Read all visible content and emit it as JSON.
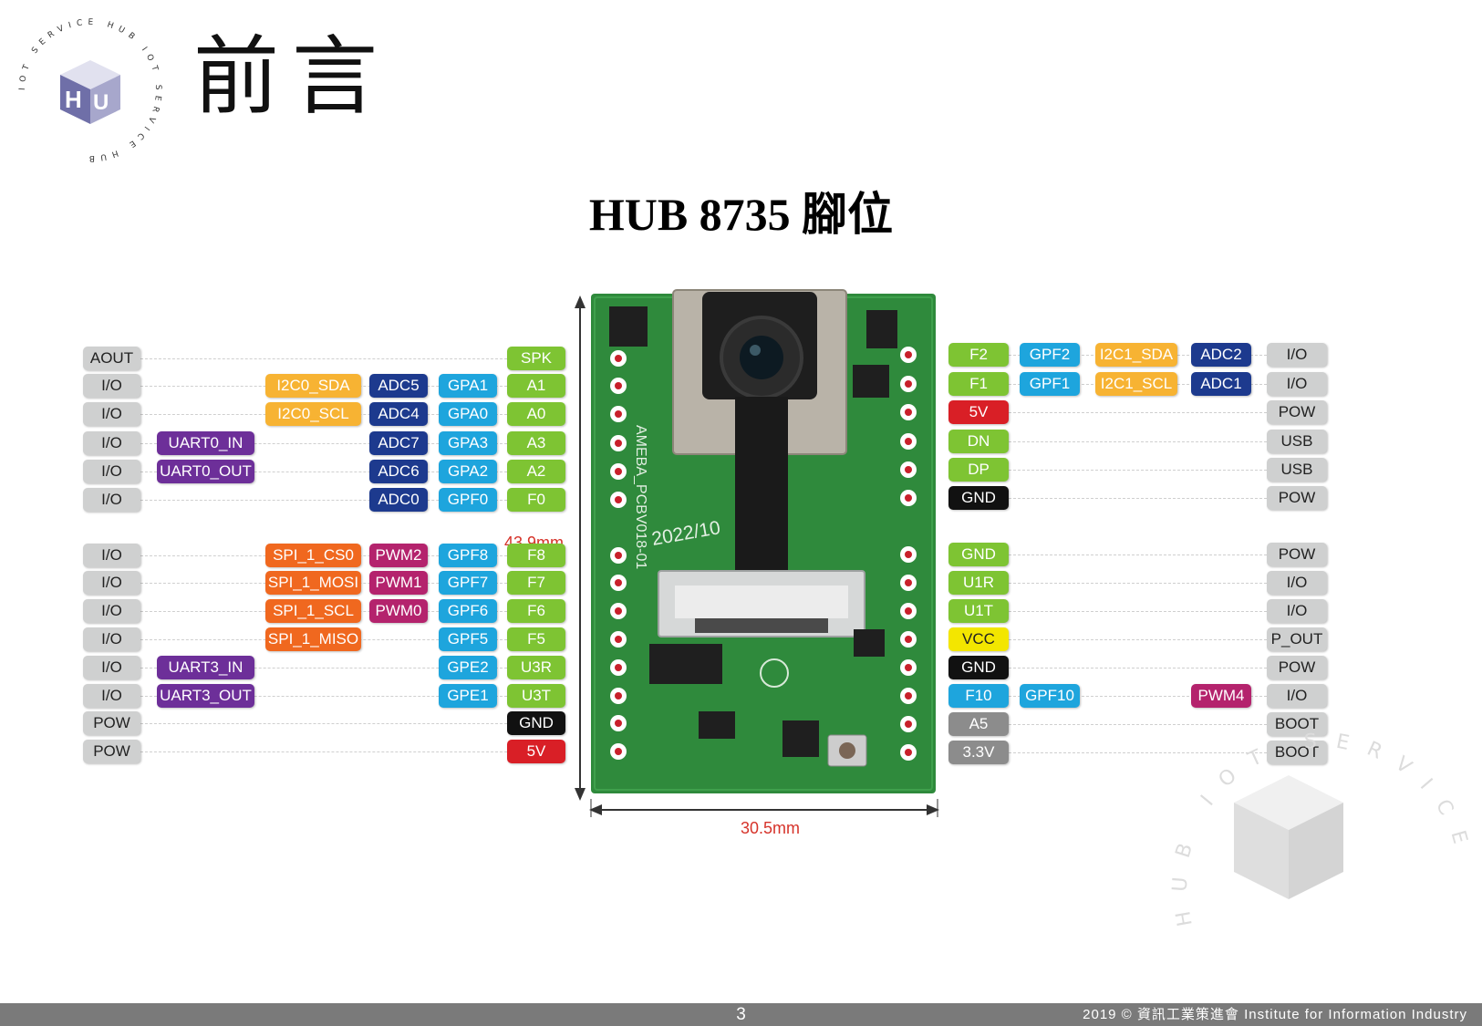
{
  "slide": {
    "heading": "前言",
    "subtitle": "HUB 8735 腳位",
    "page_number": "3",
    "copyright": "2019 © 資訊工業策進會 Institute for Information Industry",
    "logo_ring_text": "IOT SERVICE HUB IOT SERVICE HUB",
    "watermark_ring_text": "HUB IOT SERVICE"
  },
  "colors": {
    "gray": "#cfd0d0",
    "green": "#7ec433",
    "orange": "#f7b333",
    "navy": "#1d3a8e",
    "blue": "#1ea5dd",
    "purple": "#6d2f99",
    "red_orange": "#f0681f",
    "magenta": "#b4236d",
    "black": "#111111",
    "red": "#d91f26",
    "yellow": "#f3e600",
    "dark_gray": "#8c8c8c",
    "pcb": "#2f8a3c",
    "dimension": "#d6332a"
  },
  "board": {
    "height_label": "43.9mm",
    "width_label": "30.5mm",
    "silk_version": "2022/10",
    "silk_name": "AMEBA_PCBV018-01"
  },
  "pins_left": [
    {
      "labels": [
        {
          "text": "AOUT",
          "color": "gray"
        },
        {
          "text": "SPK",
          "color": "green"
        }
      ]
    },
    {
      "labels": [
        {
          "text": "I/O",
          "color": "gray"
        },
        {
          "text": "I2C0_SDA",
          "color": "orange"
        },
        {
          "text": "ADC5",
          "color": "navy"
        },
        {
          "text": "GPA1",
          "color": "blue"
        },
        {
          "text": "A1",
          "color": "green"
        }
      ]
    },
    {
      "labels": [
        {
          "text": "I/O",
          "color": "gray"
        },
        {
          "text": "I2C0_SCL",
          "color": "orange"
        },
        {
          "text": "ADC4",
          "color": "navy"
        },
        {
          "text": "GPA0",
          "color": "blue"
        },
        {
          "text": "A0",
          "color": "green"
        }
      ]
    },
    {
      "labels": [
        {
          "text": "I/O",
          "color": "gray"
        },
        {
          "text": "UART0_IN",
          "color": "purple"
        },
        {
          "text": "ADC7",
          "color": "navy"
        },
        {
          "text": "GPA3",
          "color": "blue"
        },
        {
          "text": "A3",
          "color": "green"
        }
      ]
    },
    {
      "labels": [
        {
          "text": "I/O",
          "color": "gray"
        },
        {
          "text": "UART0_OUT",
          "color": "purple"
        },
        {
          "text": "ADC6",
          "color": "navy"
        },
        {
          "text": "GPA2",
          "color": "blue"
        },
        {
          "text": "A2",
          "color": "green"
        }
      ]
    },
    {
      "labels": [
        {
          "text": "I/O",
          "color": "gray"
        },
        {
          "text": "ADC0",
          "color": "navy"
        },
        {
          "text": "GPF0",
          "color": "blue"
        },
        {
          "text": "F0",
          "color": "green"
        }
      ]
    },
    {
      "labels": [
        {
          "text": "I/O",
          "color": "gray"
        },
        {
          "text": "SPI_1_CS0",
          "color": "red_orange"
        },
        {
          "text": "PWM2",
          "color": "magenta"
        },
        {
          "text": "GPF8",
          "color": "blue"
        },
        {
          "text": "F8",
          "color": "green"
        }
      ]
    },
    {
      "labels": [
        {
          "text": "I/O",
          "color": "gray"
        },
        {
          "text": "SPI_1_MOSI",
          "color": "red_orange"
        },
        {
          "text": "PWM1",
          "color": "magenta"
        },
        {
          "text": "GPF7",
          "color": "blue"
        },
        {
          "text": "F7",
          "color": "green"
        }
      ]
    },
    {
      "labels": [
        {
          "text": "I/O",
          "color": "gray"
        },
        {
          "text": "SPI_1_SCL",
          "color": "red_orange"
        },
        {
          "text": "PWM0",
          "color": "magenta"
        },
        {
          "text": "GPF6",
          "color": "blue"
        },
        {
          "text": "F6",
          "color": "green"
        }
      ]
    },
    {
      "labels": [
        {
          "text": "I/O",
          "color": "gray"
        },
        {
          "text": "SPI_1_MISO",
          "color": "red_orange"
        },
        {
          "text": "GPF5",
          "color": "blue"
        },
        {
          "text": "F5",
          "color": "green"
        }
      ]
    },
    {
      "labels": [
        {
          "text": "I/O",
          "color": "gray"
        },
        {
          "text": "UART3_IN",
          "color": "purple"
        },
        {
          "text": "GPE2",
          "color": "blue"
        },
        {
          "text": "U3R",
          "color": "green"
        }
      ]
    },
    {
      "labels": [
        {
          "text": "I/O",
          "color": "gray"
        },
        {
          "text": "UART3_OUT",
          "color": "purple"
        },
        {
          "text": "GPE1",
          "color": "blue"
        },
        {
          "text": "U3T",
          "color": "green"
        }
      ]
    },
    {
      "labels": [
        {
          "text": "POW",
          "color": "gray"
        },
        {
          "text": "GND",
          "color": "black"
        }
      ]
    },
    {
      "labels": [
        {
          "text": "POW",
          "color": "gray"
        },
        {
          "text": "5V",
          "color": "red"
        }
      ]
    }
  ],
  "pins_right": [
    {
      "labels": [
        {
          "text": "F2",
          "color": "green"
        },
        {
          "text": "GPF2",
          "color": "blue"
        },
        {
          "text": "I2C1_SDA",
          "color": "orange"
        },
        {
          "text": "ADC2",
          "color": "navy"
        },
        {
          "text": "I/O",
          "color": "gray"
        }
      ]
    },
    {
      "labels": [
        {
          "text": "F1",
          "color": "green"
        },
        {
          "text": "GPF1",
          "color": "blue"
        },
        {
          "text": "I2C1_SCL",
          "color": "orange"
        },
        {
          "text": "ADC1",
          "color": "navy"
        },
        {
          "text": "I/O",
          "color": "gray"
        }
      ]
    },
    {
      "labels": [
        {
          "text": "5V",
          "color": "red"
        },
        {
          "text": "POW",
          "color": "gray"
        }
      ]
    },
    {
      "labels": [
        {
          "text": "DN",
          "color": "green"
        },
        {
          "text": "USB",
          "color": "gray"
        }
      ]
    },
    {
      "labels": [
        {
          "text": "DP",
          "color": "green"
        },
        {
          "text": "USB",
          "color": "gray"
        }
      ]
    },
    {
      "labels": [
        {
          "text": "GND",
          "color": "black"
        },
        {
          "text": "POW",
          "color": "gray"
        }
      ]
    },
    {
      "labels": [
        {
          "text": "GND",
          "color": "green"
        },
        {
          "text": "POW",
          "color": "gray"
        }
      ]
    },
    {
      "labels": [
        {
          "text": "U1R",
          "color": "green"
        },
        {
          "text": "I/O",
          "color": "gray"
        }
      ]
    },
    {
      "labels": [
        {
          "text": "U1T",
          "color": "green"
        },
        {
          "text": "I/O",
          "color": "gray"
        }
      ]
    },
    {
      "labels": [
        {
          "text": "VCC",
          "color": "yellow"
        },
        {
          "text": "P_OUT",
          "color": "gray"
        }
      ]
    },
    {
      "labels": [
        {
          "text": "GND",
          "color": "black"
        },
        {
          "text": "POW",
          "color": "gray"
        }
      ]
    },
    {
      "labels": [
        {
          "text": "F10",
          "color": "blue"
        },
        {
          "text": "GPF10",
          "color": "blue"
        },
        {
          "text": "PWM4",
          "color": "magenta"
        },
        {
          "text": "I/O",
          "color": "gray"
        }
      ]
    },
    {
      "labels": [
        {
          "text": "A5",
          "color": "dark_gray"
        },
        {
          "text": "BOOT",
          "color": "gray"
        }
      ]
    },
    {
      "labels": [
        {
          "text": "3.3V",
          "color": "dark_gray"
        },
        {
          "text": "BOOT",
          "color": "gray"
        }
      ]
    }
  ]
}
